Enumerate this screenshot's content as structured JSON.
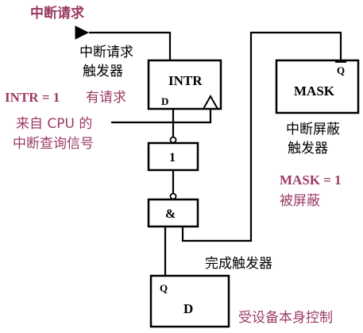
{
  "labels": {
    "top_request": "中断请求",
    "intr_ff_line1": "中断请求",
    "intr_ff_line2": "触发器",
    "intr_block": "INTR",
    "d_pin": "D",
    "intr_eq": "INTR = 1",
    "has_request": "有请求",
    "cpu_line1": "来自 CPU 的",
    "cpu_line2": "中断查询信号",
    "gate_or": "1",
    "gate_and": "&",
    "mask_block": "MASK",
    "q_bar": "Q",
    "mask_ff_line1": "中断屏蔽",
    "mask_ff_line2": "触发器",
    "mask_eq": "MASK = 1",
    "masked": "被屏蔽",
    "done_ff": "完成触发器",
    "d_q": "Q",
    "d_block": "D",
    "device_ctrl": "受设备本身控制"
  },
  "colors": {
    "accent": "#9c3b66",
    "ink": "#000000"
  }
}
